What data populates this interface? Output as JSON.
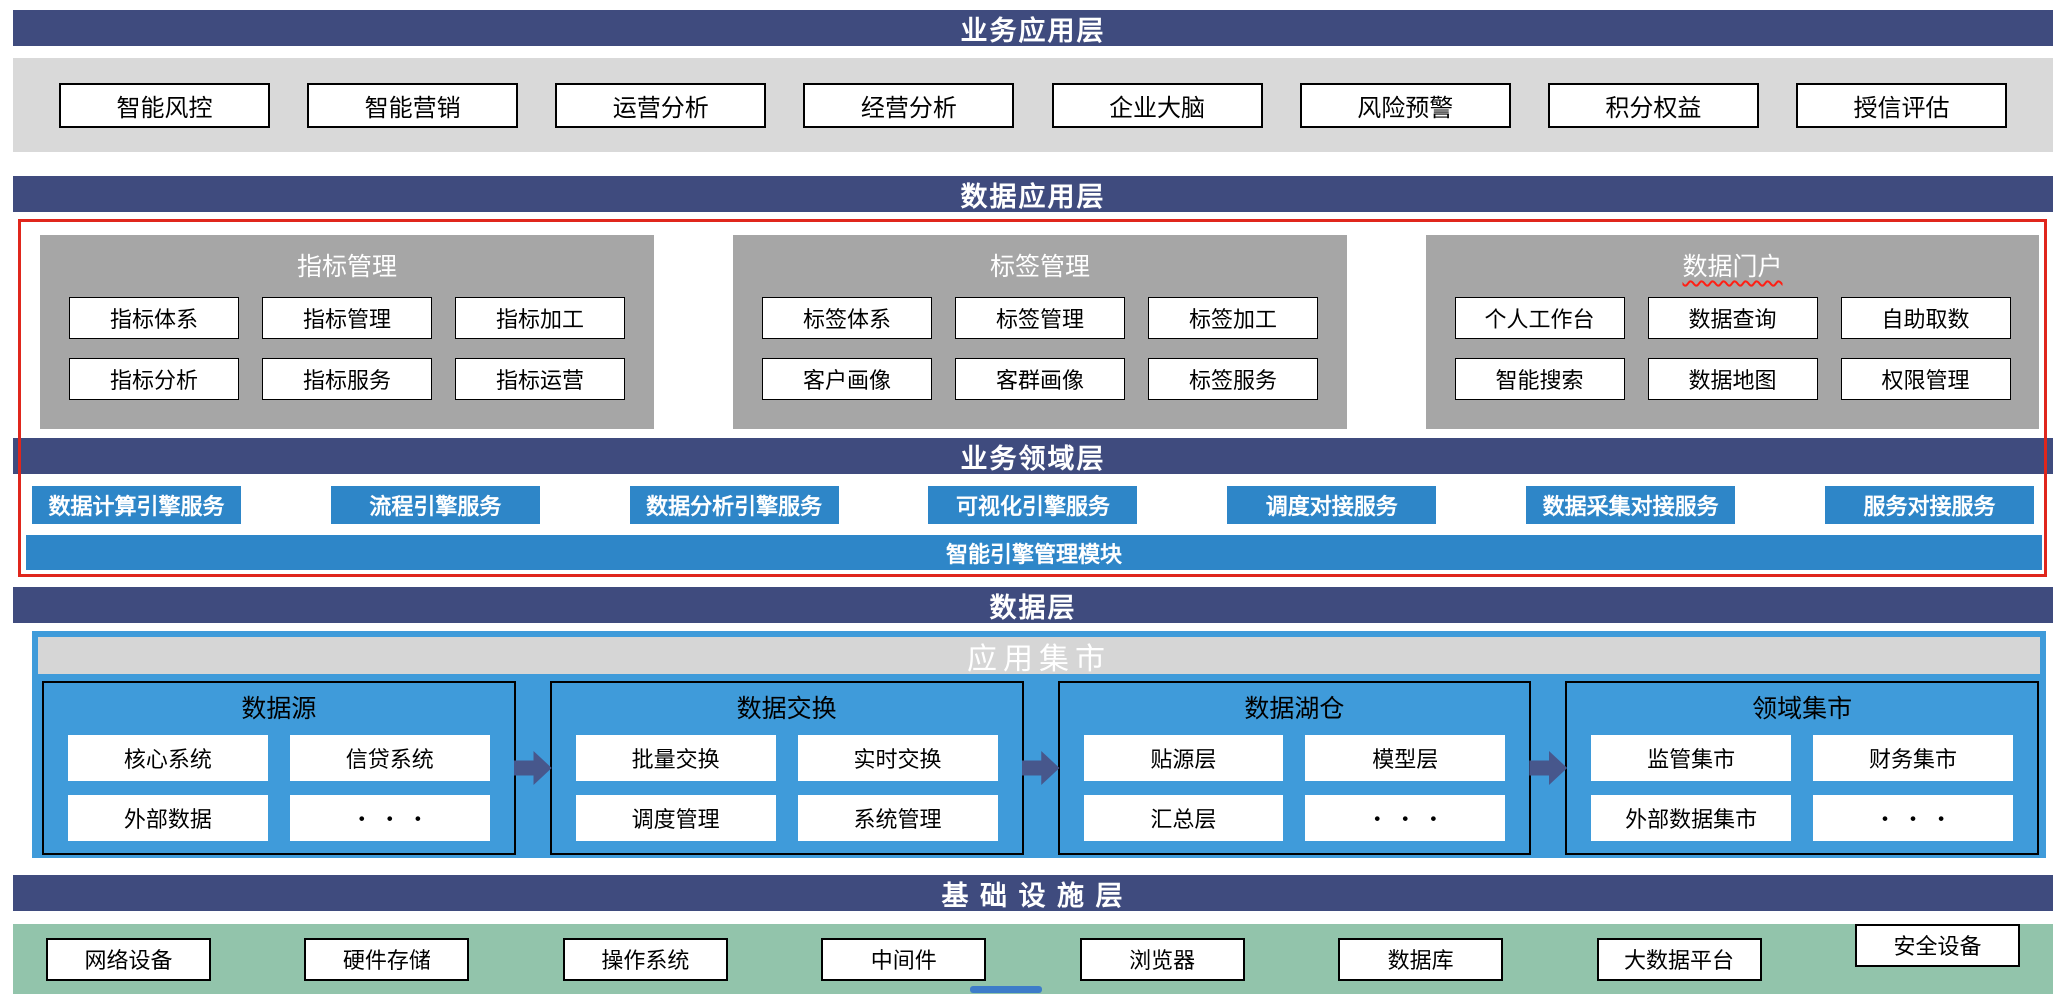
{
  "colors": {
    "header_bg": "#3F4B7E",
    "band_gray": "#D9D9D9",
    "panel_gray": "#A6A6A6",
    "service_blue": "#2E86C8",
    "data_blue": "#3F9BDA",
    "mart_strip_gray": "#D6D6D6",
    "infra_green": "#92C4AB",
    "highlight_red": "#E0261C",
    "arrow_blue": "#47578C"
  },
  "business_app": {
    "title": "业务应用层",
    "items": [
      "智能风控",
      "智能营销",
      "运营分析",
      "经营分析",
      "企业大脑",
      "风险预警",
      "积分权益",
      "授信评估"
    ]
  },
  "data_app": {
    "title": "数据应用层",
    "panels": [
      {
        "title": "指标管理",
        "items": [
          "指标体系",
          "指标管理",
          "指标加工",
          "指标分析",
          "指标服务",
          "指标运营"
        ]
      },
      {
        "title": "标签管理",
        "items": [
          "标签体系",
          "标签管理",
          "标签加工",
          "客户画像",
          "客群画像",
          "标签服务"
        ]
      },
      {
        "title": "数据门户",
        "items": [
          "个人工作台",
          "数据查询",
          "自助取数",
          "智能搜索",
          "数据地图",
          "权限管理"
        ]
      }
    ]
  },
  "business_domain": {
    "title": "业务领域层",
    "services": [
      "数据计算引擎服务",
      "流程引擎服务",
      "数据分析引擎服务",
      "可视化引擎服务",
      "调度对接服务",
      "数据采集对接服务",
      "服务对接服务"
    ],
    "engine_module": "智能引擎管理模块"
  },
  "data_layer": {
    "title": "数据层",
    "mart_title": "应用集市",
    "groups": [
      {
        "title": "数据源",
        "items": [
          "核心系统",
          "信贷系统",
          "外部数据",
          "・ ・ ・"
        ]
      },
      {
        "title": "数据交换",
        "items": [
          "批量交换",
          "实时交换",
          "调度管理",
          "系统管理"
        ]
      },
      {
        "title": "数据湖仓",
        "items": [
          "贴源层",
          "模型层",
          "汇总层",
          "・ ・ ・"
        ]
      },
      {
        "title": "领域集市",
        "items": [
          "监管集市",
          "财务集市",
          "外部数据集市",
          "・ ・ ・"
        ]
      }
    ]
  },
  "infrastructure": {
    "title": "基 础 设 施 层",
    "items": [
      "网络设备",
      "硬件存储",
      "操作系统",
      "中间件",
      "浏览器",
      "数据库",
      "大数据平台",
      "安全设备"
    ]
  }
}
